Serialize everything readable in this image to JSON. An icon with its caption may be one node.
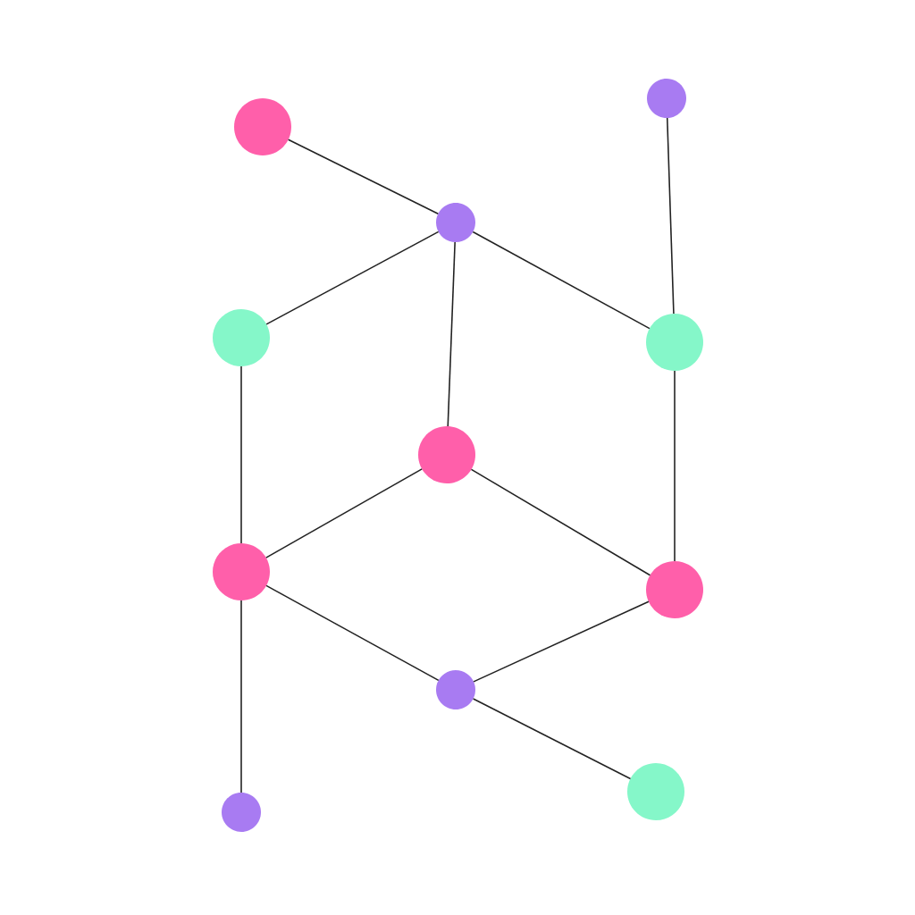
{
  "diagram": {
    "nodes": [
      {
        "text": [],
        "shape": "circle"
      },
      {
        "text": [],
        "shape": "circle"
      },
      {
        "text": [],
        "shape": "circle"
      },
      {
        "text": [],
        "shape": "circle"
      },
      {
        "text": [],
        "shape": "circle"
      },
      {
        "text": [],
        "shape": "circle"
      },
      {
        "text": [],
        "shape": "circle"
      },
      {
        "text": [],
        "shape": "circle"
      },
      {
        "text": [],
        "shape": "circle"
      },
      {
        "text": [],
        "shape": "circle"
      },
      {
        "text": [],
        "shape": "circle"
      }
    ],
    "edges": [
      {
        "from": 0,
        "to": 2,
        "arrow": "none"
      },
      {
        "from": 1,
        "to": 4,
        "arrow": "none"
      },
      {
        "from": 2,
        "to": 3,
        "arrow": "none"
      },
      {
        "from": 2,
        "to": 4,
        "arrow": "none"
      },
      {
        "from": 2,
        "to": 5,
        "arrow": "none"
      },
      {
        "from": 3,
        "to": 6,
        "arrow": "none"
      },
      {
        "from": 4,
        "to": 7,
        "arrow": "none"
      },
      {
        "from": 5,
        "to": 6,
        "arrow": "none"
      },
      {
        "from": 5,
        "to": 7,
        "arrow": "none"
      },
      {
        "from": 6,
        "to": 8,
        "arrow": "none"
      },
      {
        "from": 7,
        "to": 8,
        "arrow": "none"
      },
      {
        "from": 6,
        "to": 9,
        "arrow": "none"
      },
      {
        "from": 8,
        "to": 10,
        "arrow": "none"
      }
    ]
  }
}
